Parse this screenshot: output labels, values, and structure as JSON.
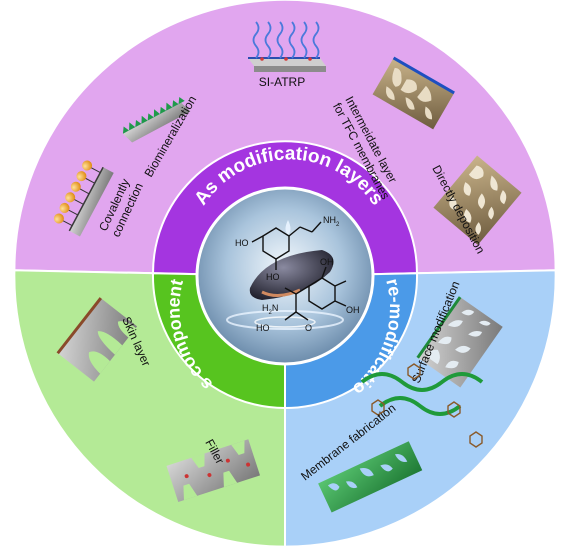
{
  "inner_ring": {
    "top": "As modification layers",
    "left": "As components",
    "right": "Pre-modification"
  },
  "outer_labels": {
    "covalently": [
      "Covalently",
      "connection"
    ],
    "biomineralization": "Biomineralization",
    "si_atrp": "SI-ATRP",
    "intermediate": [
      "Intermeidate layer",
      "for TFC membranes"
    ],
    "direct": "Directly deposition",
    "surface_mod": "Surface modification",
    "membrane_fab": "Membrane fabrication",
    "skin": "Skin layer",
    "filler": "Filler"
  },
  "molecules": {
    "dopamine": {
      "amine": "NH",
      "subscript": "2",
      "hydroxyl": "HO"
    },
    "dopa": {
      "amine": "H",
      "amine_sub": "2",
      "amine_n": "N",
      "carboxyl_oh": "HO",
      "carboxyl_o": "O",
      "oh1": "OH",
      "oh2": "OH"
    }
  },
  "colors": {
    "top_outer": "#e1a6ef",
    "top_inner": "#a435e0",
    "left_outer": "#b4ea96",
    "left_inner": "#57c41f",
    "right_outer": "#a9d0f8",
    "right_inner": "#4b9ae8"
  }
}
